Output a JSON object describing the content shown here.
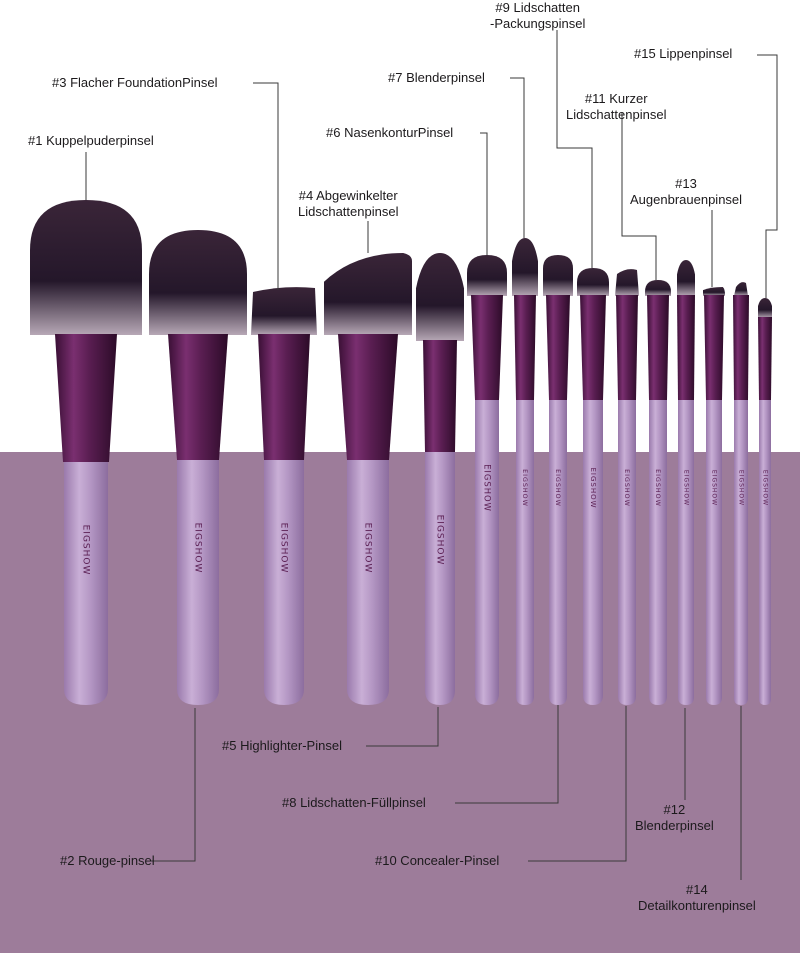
{
  "brand": "EIGSHOW",
  "colors": {
    "background_top": "#ffffff",
    "background_bottom": "#9d7c9a",
    "bristle": "#2a1a2b",
    "bristle_tip": "#b7a8b6",
    "ferrule": "#5a1e52",
    "handle": "#b497c4"
  },
  "labels": [
    {
      "id": "1",
      "lines": [
        "#1 Kuppelpuderpinsel"
      ]
    },
    {
      "id": "2",
      "lines": [
        "#2 Rouge-pinsel"
      ]
    },
    {
      "id": "3",
      "lines": [
        "#3 Flacher FoundationPinsel"
      ]
    },
    {
      "id": "4",
      "lines": [
        "#4 Abgewinkelter",
        "Lidschattenpinsel"
      ]
    },
    {
      "id": "5",
      "lines": [
        "#5 Highlighter-Pinsel"
      ]
    },
    {
      "id": "6",
      "lines": [
        "#6 NasenkonturPinsel"
      ]
    },
    {
      "id": "7",
      "lines": [
        "#7 Blenderpinsel"
      ]
    },
    {
      "id": "8",
      "lines": [
        "#8 Lidschatten-Füllpinsel"
      ]
    },
    {
      "id": "9",
      "lines": [
        "#9 Lidschatten",
        "-Packungspinsel"
      ]
    },
    {
      "id": "10",
      "lines": [
        "#10 Concealer-Pinsel"
      ]
    },
    {
      "id": "11",
      "lines": [
        "#11 Kurzer",
        "Lidschattenpinsel"
      ]
    },
    {
      "id": "12",
      "lines": [
        "#12",
        "Blenderpinsel"
      ]
    },
    {
      "id": "13",
      "lines": [
        "#13",
        "Augenbrauenpinsel"
      ]
    },
    {
      "id": "14",
      "lines": [
        "#14",
        "Detailkonturenpinsel"
      ]
    },
    {
      "id": "15",
      "lines": [
        "#15 Lippenpinsel"
      ]
    }
  ]
}
